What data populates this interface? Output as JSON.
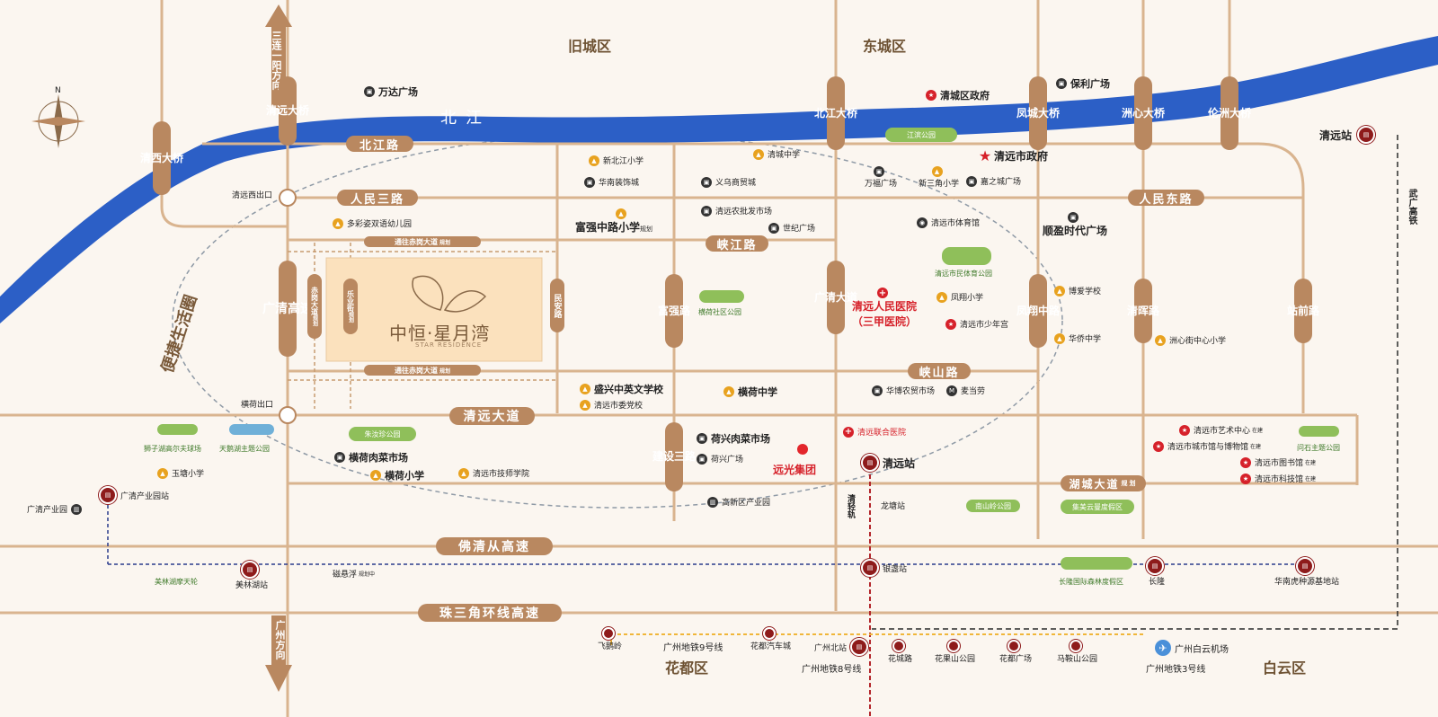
{
  "districts": {
    "old_city": "旧城区",
    "east_city": "东城区",
    "huadu": "花都区",
    "baiyun": "白云区"
  },
  "river": "北江",
  "circle_label": "便捷生活圈",
  "project": {
    "name": "中恒·星月湾",
    "sub": "STAR RESIDENCE"
  },
  "directions": {
    "north_arrow": "三连一阳方向",
    "south_arrow": "广州方向",
    "compass_n": "N"
  },
  "roads_h": {
    "beijiang": "北江路",
    "renmin_san": "人民三路",
    "renmin_dong": "人民东路",
    "xiajiang": "峡江路",
    "xiashan": "峡山路",
    "qingyuan_dadao": "清远大道",
    "hucheng": "湖城大道",
    "hucheng_note": "规划",
    "foqingcong": "佛清从高速",
    "zhusanjiao": "珠三角环线高速"
  },
  "roads_v": {
    "qingxi_bridge": "清西大桥",
    "qingyuan_bridge": "清远大桥",
    "beijiang_bridge": "北江大桥",
    "fengcheng_bridge": "凤城大桥",
    "zhouxin_bridge": "洲心大桥",
    "lunzhou_bridge": "伦洲大桥",
    "guangqing": "广清高速",
    "fuqiang": "富强路",
    "guangqing_dadao": "广清大道",
    "fengxiangzhong": "凤翔中路",
    "qinghui": "清晖路",
    "zhanqian": "站前路",
    "jianshe_san": "建设三路",
    "minan": "民安路",
    "leye": "乐业街",
    "leye_note": "规划",
    "chigang": "赤岗大道",
    "chigang_note": "规划",
    "wuguang": "武广高铁"
  },
  "dashed_roads": {
    "top": "通往赤岗大道",
    "bottom": "通往赤岗大道",
    "note": "规划"
  },
  "exits": {
    "west": "清远西出口",
    "henghe": "横荷出口"
  },
  "pois": {
    "wanda": "万达广场",
    "qingcheng_gov": "清城区政府",
    "poly": "保利广场",
    "qingyuan_station_top": "清远站",
    "jiangbin_park": "江滨公园",
    "city_gov": "清远市政府",
    "xinbeijiang_school": "新北江小学",
    "huanan_decor": "华南装饰城",
    "qingcheng_middle": "清城中学",
    "yiwu": "义乌商贸城",
    "wanfu": "万福广场",
    "xinsanjiao_school": "新三角小学",
    "jiazhicheng": "嘉之城广场",
    "duocai_kg": "多彩姿双语幼儿园",
    "fuqiang_school": "富强中路小学",
    "fuqiang_school_note": "规划",
    "nongpi": "清远农批发市场",
    "shiji": "世纪广场",
    "gym": "清远市体育馆",
    "shunying": "顺盈时代广场",
    "sports_park": "清远市民体育公园",
    "henghe_park": "横荷社区公园",
    "hospital1": "清远人民医院",
    "hospital1_b": "（三甲医院）",
    "fengxiang_school": "凤翔小学",
    "youth_palace": "清远市少年宫",
    "boai": "博爱学校",
    "huaqiao": "华侨中学",
    "zhouxin_school": "洲心街中心小学",
    "shengxing": "盛兴中英文学校",
    "party_school": "清远市委党校",
    "henghe_middle": "横荷中学",
    "huabo": "华博农贸市场",
    "mcd": "麦当劳",
    "golf": "狮子湖高尔夫球场",
    "tiane": "天鹅湖主题公园",
    "zhuruzhen": "朱汝珍公园",
    "henghe_meat": "横荷肉菜市场",
    "henghe_primary": "横荷小学",
    "yutang": "玉塘小学",
    "tech_college": "清远市技师学院",
    "hexing_meat": "荷兴肉菜市场",
    "hexing_plaza": "荷兴广场",
    "yuanguang": "远光集团",
    "union_hospital": "清远联合医院",
    "qingyuan_station": "清远站",
    "art_center": "清远市艺术中心",
    "planning_museum": "清远市城市馆与博物馆",
    "library": "清远市图书馆",
    "sci_museum": "清远市科技馆",
    "under_constr": "在建",
    "wenshi": "问石主题公园",
    "guangqing_ip": "广清产业园",
    "guangqing_ip_st": "广清产业园站",
    "hitech": "高新区产业园",
    "qinglight": "清轻轨",
    "longtang": "龙塘站",
    "nanshanling": "南山岭公园",
    "jimei": "集美云曼度假区",
    "meilin_wheel": "美林湖摩天轮",
    "meilin_st": "美林湖站",
    "maglev": "磁悬浮",
    "maglev_note": "规划中",
    "yinzhan": "银盏站",
    "changlong_forest": "长隆国际森林度假区",
    "changlong_st": "长隆",
    "tiger": "华南虎种源基地站",
    "feieling": "飞鹅岭",
    "metro9": "广州地铁9号线",
    "huadu_auto": "花都汽车城",
    "gz_north": "广州北站",
    "metro8": "广州地铁8号线",
    "huacheng": "花城路",
    "huaguoshan": "花果山公园",
    "huadu_plaza": "花都广场",
    "maanshan": "马鞍山公园",
    "airport": "广州白云机场",
    "metro3": "广州地铁3号线"
  }
}
